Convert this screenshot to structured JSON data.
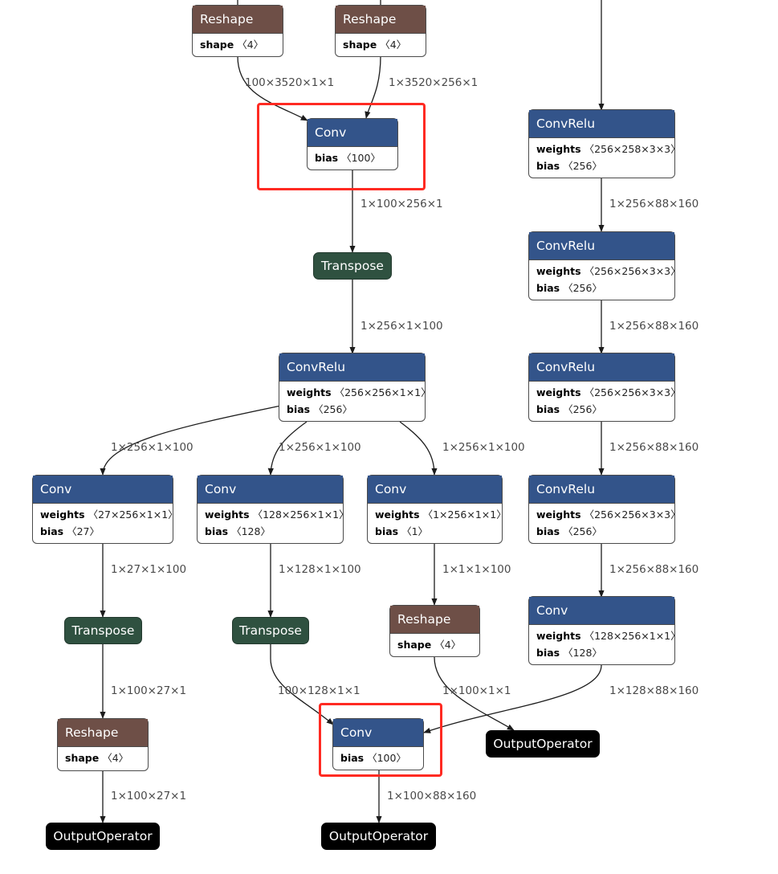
{
  "nodes": {
    "reshape_a": {
      "title": "Reshape",
      "attrs": [
        {
          "k": "shape",
          "v": "〈4〉"
        }
      ]
    },
    "reshape_b": {
      "title": "Reshape",
      "attrs": [
        {
          "k": "shape",
          "v": "〈4〉"
        }
      ]
    },
    "conv_top": {
      "title": "Conv",
      "attrs": [
        {
          "k": "bias",
          "v": "〈100〉"
        }
      ]
    },
    "transpose_top": {
      "title": "Transpose"
    },
    "convrelu_mid": {
      "title": "ConvRelu",
      "attrs": [
        {
          "k": "weights",
          "v": "〈256×256×1×1〉"
        },
        {
          "k": "bias",
          "v": "〈256〉"
        }
      ]
    },
    "conv_27": {
      "title": "Conv",
      "attrs": [
        {
          "k": "weights",
          "v": "〈27×256×1×1〉"
        },
        {
          "k": "bias",
          "v": "〈27〉"
        }
      ]
    },
    "conv_128a": {
      "title": "Conv",
      "attrs": [
        {
          "k": "weights",
          "v": "〈128×256×1×1〉"
        },
        {
          "k": "bias",
          "v": "〈128〉"
        }
      ]
    },
    "conv_1": {
      "title": "Conv",
      "attrs": [
        {
          "k": "weights",
          "v": "〈1×256×1×1〉"
        },
        {
          "k": "bias",
          "v": "〈1〉"
        }
      ]
    },
    "transpose_left": {
      "title": "Transpose"
    },
    "transpose_mid": {
      "title": "Transpose"
    },
    "reshape_right": {
      "title": "Reshape",
      "attrs": [
        {
          "k": "shape",
          "v": "〈4〉"
        }
      ]
    },
    "reshape_left": {
      "title": "Reshape",
      "attrs": [
        {
          "k": "shape",
          "v": "〈4〉"
        }
      ]
    },
    "conv_bottom": {
      "title": "Conv",
      "attrs": [
        {
          "k": "bias",
          "v": "〈100〉"
        }
      ]
    },
    "output_left": {
      "title": "OutputOperator"
    },
    "output_mid": {
      "title": "OutputOperator"
    },
    "output_right": {
      "title": "OutputOperator"
    },
    "convrelu_r1": {
      "title": "ConvRelu",
      "attrs": [
        {
          "k": "weights",
          "v": "〈256×258×3×3〉"
        },
        {
          "k": "bias",
          "v": "〈256〉"
        }
      ]
    },
    "convrelu_r2": {
      "title": "ConvRelu",
      "attrs": [
        {
          "k": "weights",
          "v": "〈256×256×3×3〉"
        },
        {
          "k": "bias",
          "v": "〈256〉"
        }
      ]
    },
    "convrelu_r3": {
      "title": "ConvRelu",
      "attrs": [
        {
          "k": "weights",
          "v": "〈256×256×3×3〉"
        },
        {
          "k": "bias",
          "v": "〈256〉"
        }
      ]
    },
    "convrelu_r4": {
      "title": "ConvRelu",
      "attrs": [
        {
          "k": "weights",
          "v": "〈256×256×3×3〉"
        },
        {
          "k": "bias",
          "v": "〈256〉"
        }
      ]
    },
    "conv_r5": {
      "title": "Conv",
      "attrs": [
        {
          "k": "weights",
          "v": "〈128×256×1×1〉"
        },
        {
          "k": "bias",
          "v": "〈128〉"
        }
      ]
    }
  },
  "edge_labels": {
    "e_ra_conv": "100×3520×1×1",
    "e_rb_conv": "1×3520×256×1",
    "e_conv_tr": "1×100×256×1",
    "e_tr_cr": "1×256×1×100",
    "e_cr_c27": "1×256×1×100",
    "e_cr_c128": "1×256×1×100",
    "e_cr_c1": "1×256×1×100",
    "e_c27_tr": "1×27×1×100",
    "e_c128_tr": "1×128×1×100",
    "e_c1_rs": "1×1×1×100",
    "e_trl_rs": "1×100×27×1",
    "e_rsl_out": "1×100×27×1",
    "e_trm_conv": "100×128×1×1",
    "e_rsr_out": "1×100×1×1",
    "e_cb_out": "1×100×88×160",
    "e_r1_r2": "1×256×88×160",
    "e_r2_r3": "1×256×88×160",
    "e_r3_r4": "1×256×88×160",
    "e_r4_r5": "1×256×88×160",
    "e_r5_cb": "1×128×88×160"
  }
}
